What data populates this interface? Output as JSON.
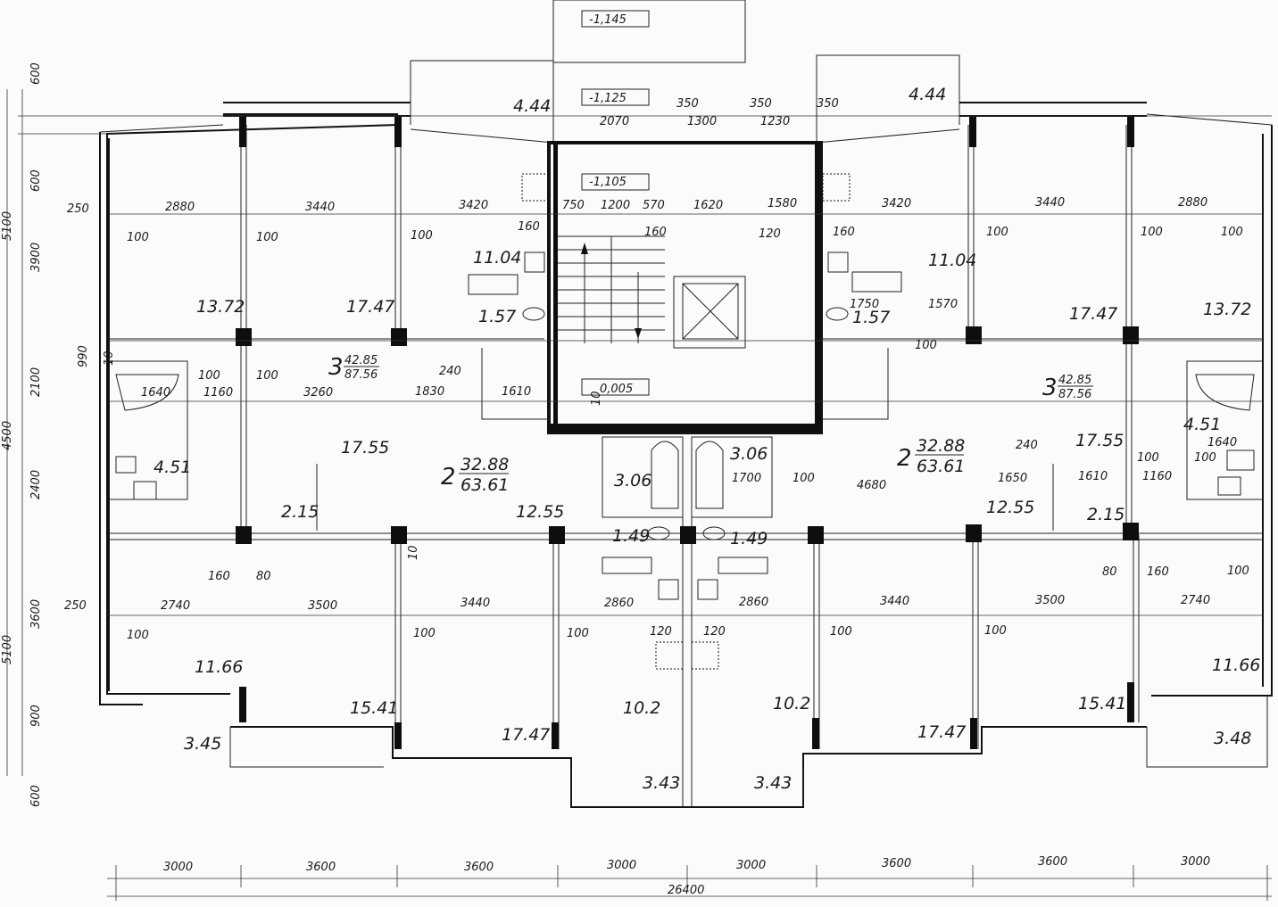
{
  "bottom_dims": [
    "3000",
    "3600",
    "3600",
    "3000",
    "3000",
    "3600",
    "3600",
    "3000"
  ],
  "bottom_total": "26400",
  "left_dims_outer": [
    "5100",
    "4500",
    "5100"
  ],
  "left_dims_inner": [
    "600",
    "600",
    "3900",
    "2100",
    "2400",
    "3600",
    "900",
    "600"
  ],
  "levels": [
    "-1,145",
    "-1,125",
    "-1,105",
    "0,005"
  ],
  "areas": {
    "balcony_top_l": "4.44",
    "balcony_top_r": "4.44",
    "room_tl": "13.72",
    "room_tr": "13.72",
    "room_tml": "17.47",
    "room_tmr": "17.47",
    "kitchen_l": "11.04",
    "kitchen_r": "11.04",
    "wc_l": "1.57",
    "wc_r": "1.57",
    "bath_l": "4.51",
    "bath_r": "4.51",
    "hall_l": "17.55",
    "hall_r": "17.55",
    "closet_l": "2.15",
    "closet_r": "2.15",
    "kitchen2_l": "12.55",
    "kitchen2_r": "12.55",
    "bath2_l": "3.06",
    "bath2_r": "3.06",
    "wc2_l": "1.49",
    "wc2_r": "1.49",
    "room_bl": "11.66",
    "room_br": "11.66",
    "room_bml": "15.41",
    "room_bmr": "15.41",
    "room_bc_l": "17.47",
    "room_bc_r": "17.47",
    "room_cl": "10.2",
    "room_cr": "10.2",
    "balcony_bl": "3.45",
    "balcony_br": "3.48",
    "balcony_bcl": "3.43",
    "balcony_bcr": "3.43"
  },
  "apartments": {
    "a3_l": {
      "rooms": "3",
      "living": "42.85",
      "total": "87.56"
    },
    "a3_r": {
      "rooms": "3",
      "living": "42.85",
      "total": "87.56"
    },
    "a2_l": {
      "rooms": "2",
      "living": "32.88",
      "total": "63.61"
    },
    "a2_r": {
      "rooms": "2",
      "living": "32.88",
      "total": "63.61"
    }
  },
  "dims": {
    "d2070": "2070",
    "d1300": "1300",
    "d1230": "1230",
    "d350a": "350",
    "d350b": "350",
    "d350c": "350",
    "d250a": "250",
    "d2880a": "2880",
    "d3440a": "3440",
    "d3420a": "3420",
    "d160a": "160",
    "d750": "750",
    "d1200": "1200",
    "d570": "570",
    "d1620": "1620",
    "d1580": "1580",
    "d160b": "160",
    "d120a": "120",
    "d3420b": "3420",
    "d160c": "160",
    "d3440b": "3440",
    "d2880b": "2880",
    "d100a": "100",
    "d100b": "100",
    "d100c": "100",
    "d100d": "100",
    "d100e": "100",
    "d100f": "100",
    "d990": "990",
    "d10a": "10",
    "d1640a": "1640",
    "d100g": "100",
    "d1160a": "1160",
    "d100h": "100",
    "d3260": "3260",
    "d240a": "240",
    "d1830": "1830",
    "d1610a": "1610",
    "d1750": "1750",
    "d1570": "1570",
    "d100i": "100",
    "d10b": "10",
    "d1700": "1700",
    "d100j": "100",
    "d4680": "4680",
    "d240b": "240",
    "d1650": "1650",
    "d1610b": "1610",
    "d100k": "100",
    "d1160b": "1160",
    "d1640b": "1640",
    "d100l": "100",
    "d10c": "10",
    "d160d": "160",
    "d80a": "80",
    "d250b": "250",
    "d2740a": "2740",
    "d3500a": "3500",
    "d3440c": "3440",
    "d2860a": "2860",
    "d2860b": "2860",
    "d3440d": "3440",
    "d3500b": "3500",
    "d2740b": "2740",
    "d80b": "80",
    "d160e": "160",
    "d100m": "100",
    "d100n": "100",
    "d100o": "100",
    "d100p": "100",
    "d120b": "120",
    "d120c": "120",
    "d100q": "100",
    "d100r": "100"
  }
}
